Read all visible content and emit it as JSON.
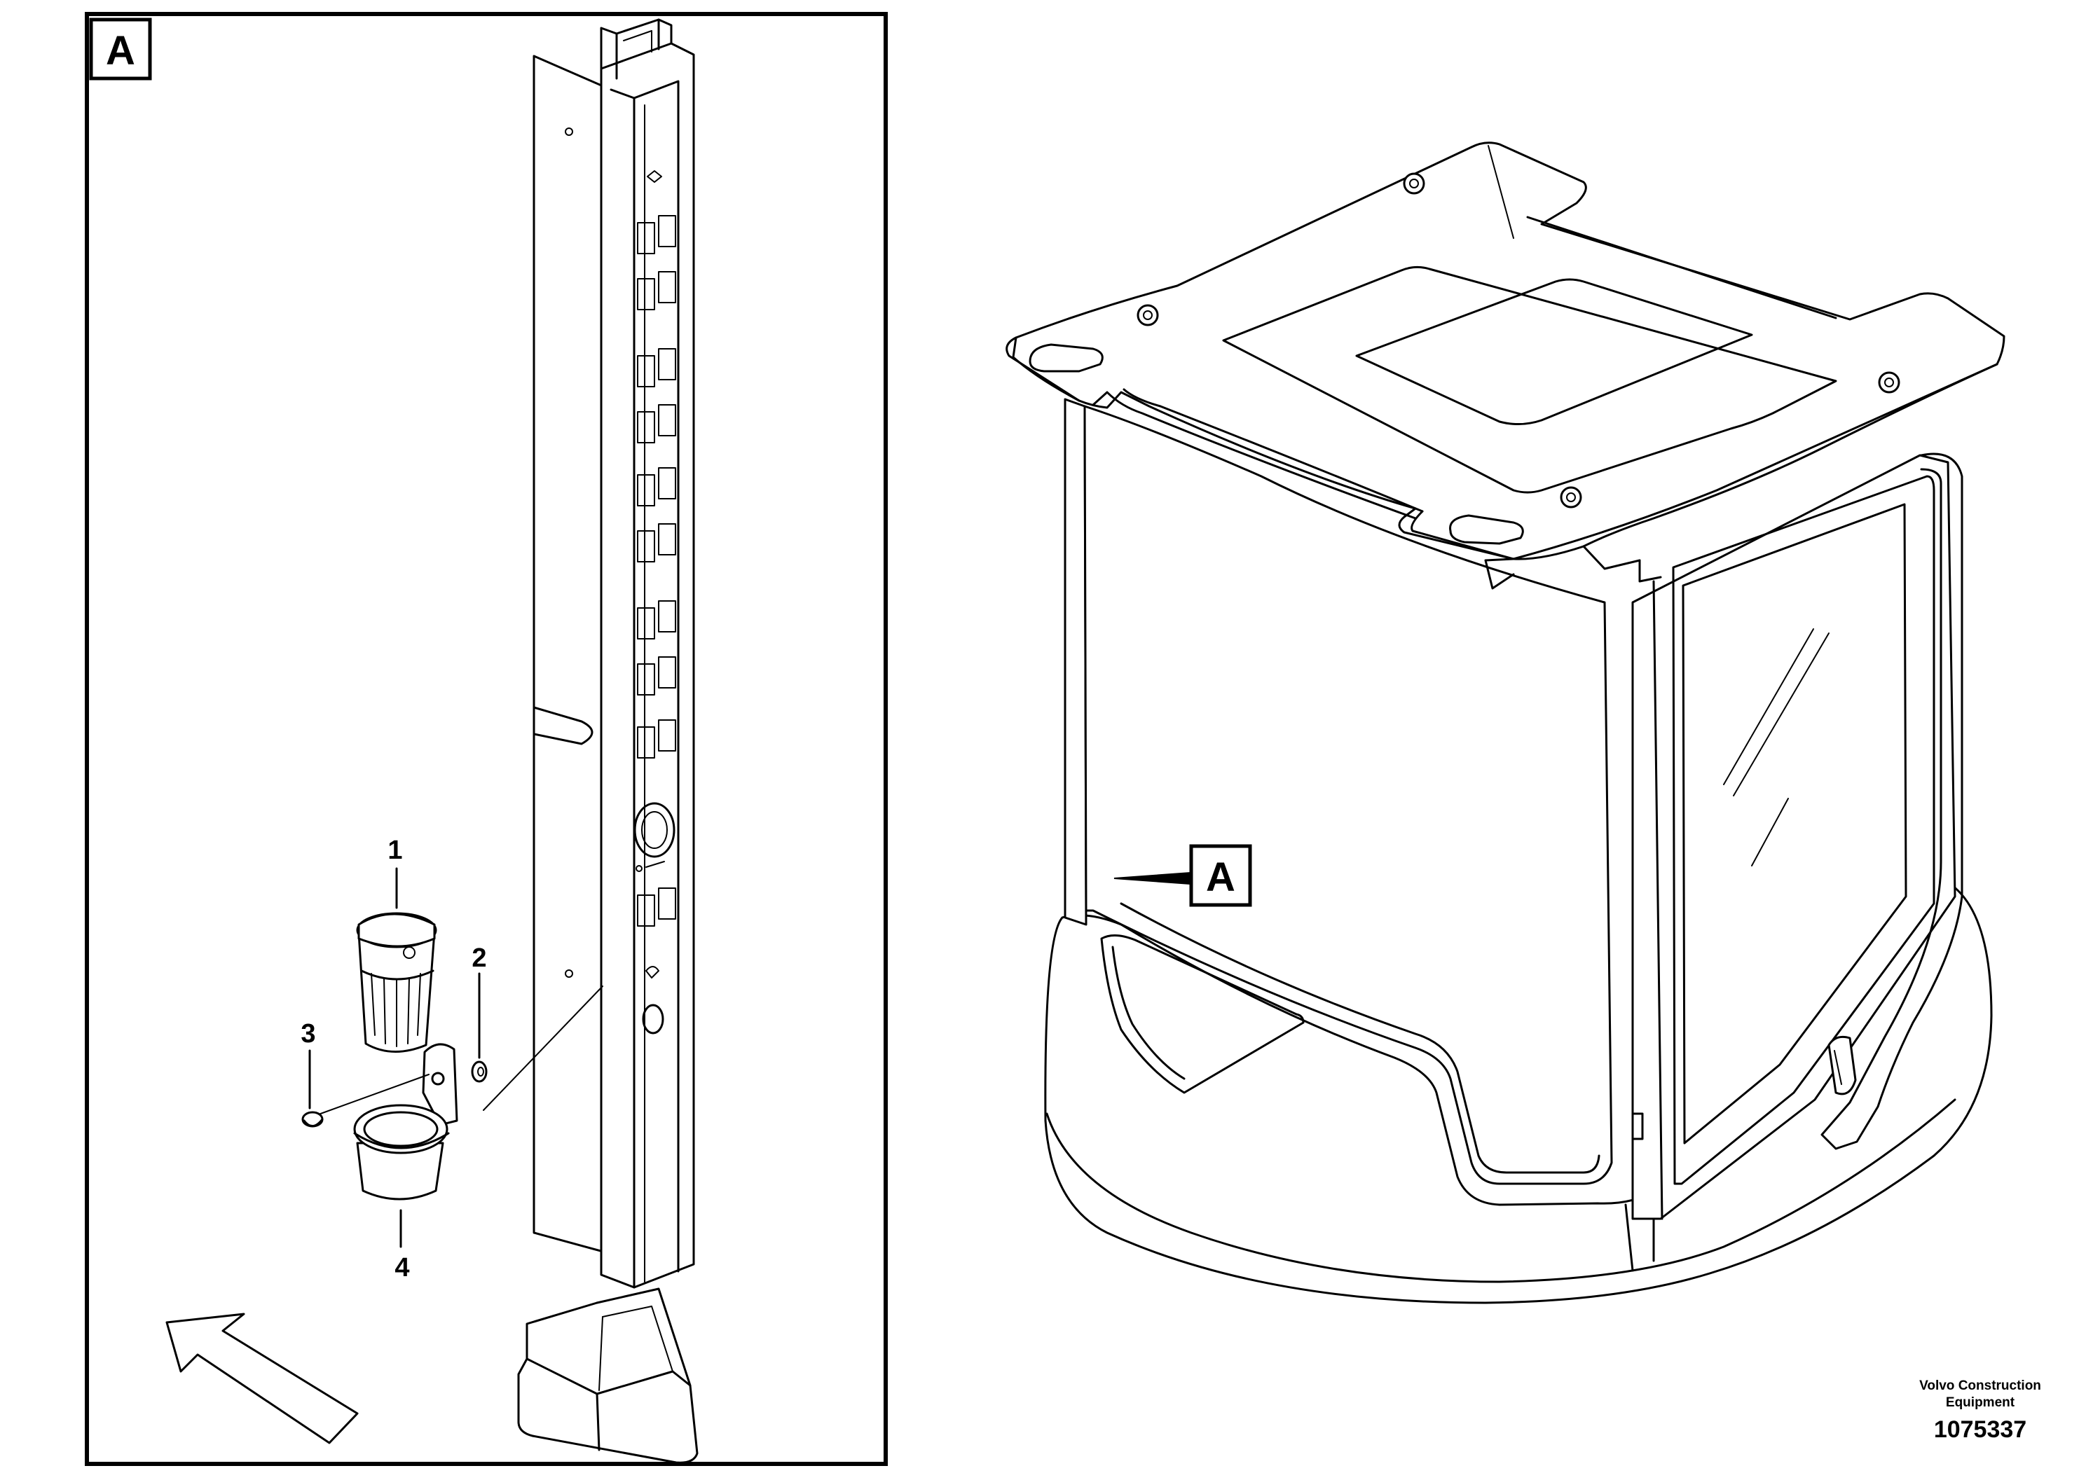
{
  "detail_view": {
    "label": "A",
    "callouts": [
      {
        "number": "1",
        "name": "cup"
      },
      {
        "number": "2",
        "name": "washer"
      },
      {
        "number": "3",
        "name": "screw"
      },
      {
        "number": "4",
        "name": "holder"
      }
    ]
  },
  "cab_view": {
    "reference_label": "A"
  },
  "footer": {
    "company_line1": "Volvo Construction",
    "company_line2": "Equipment",
    "figure_number": "1075337"
  }
}
